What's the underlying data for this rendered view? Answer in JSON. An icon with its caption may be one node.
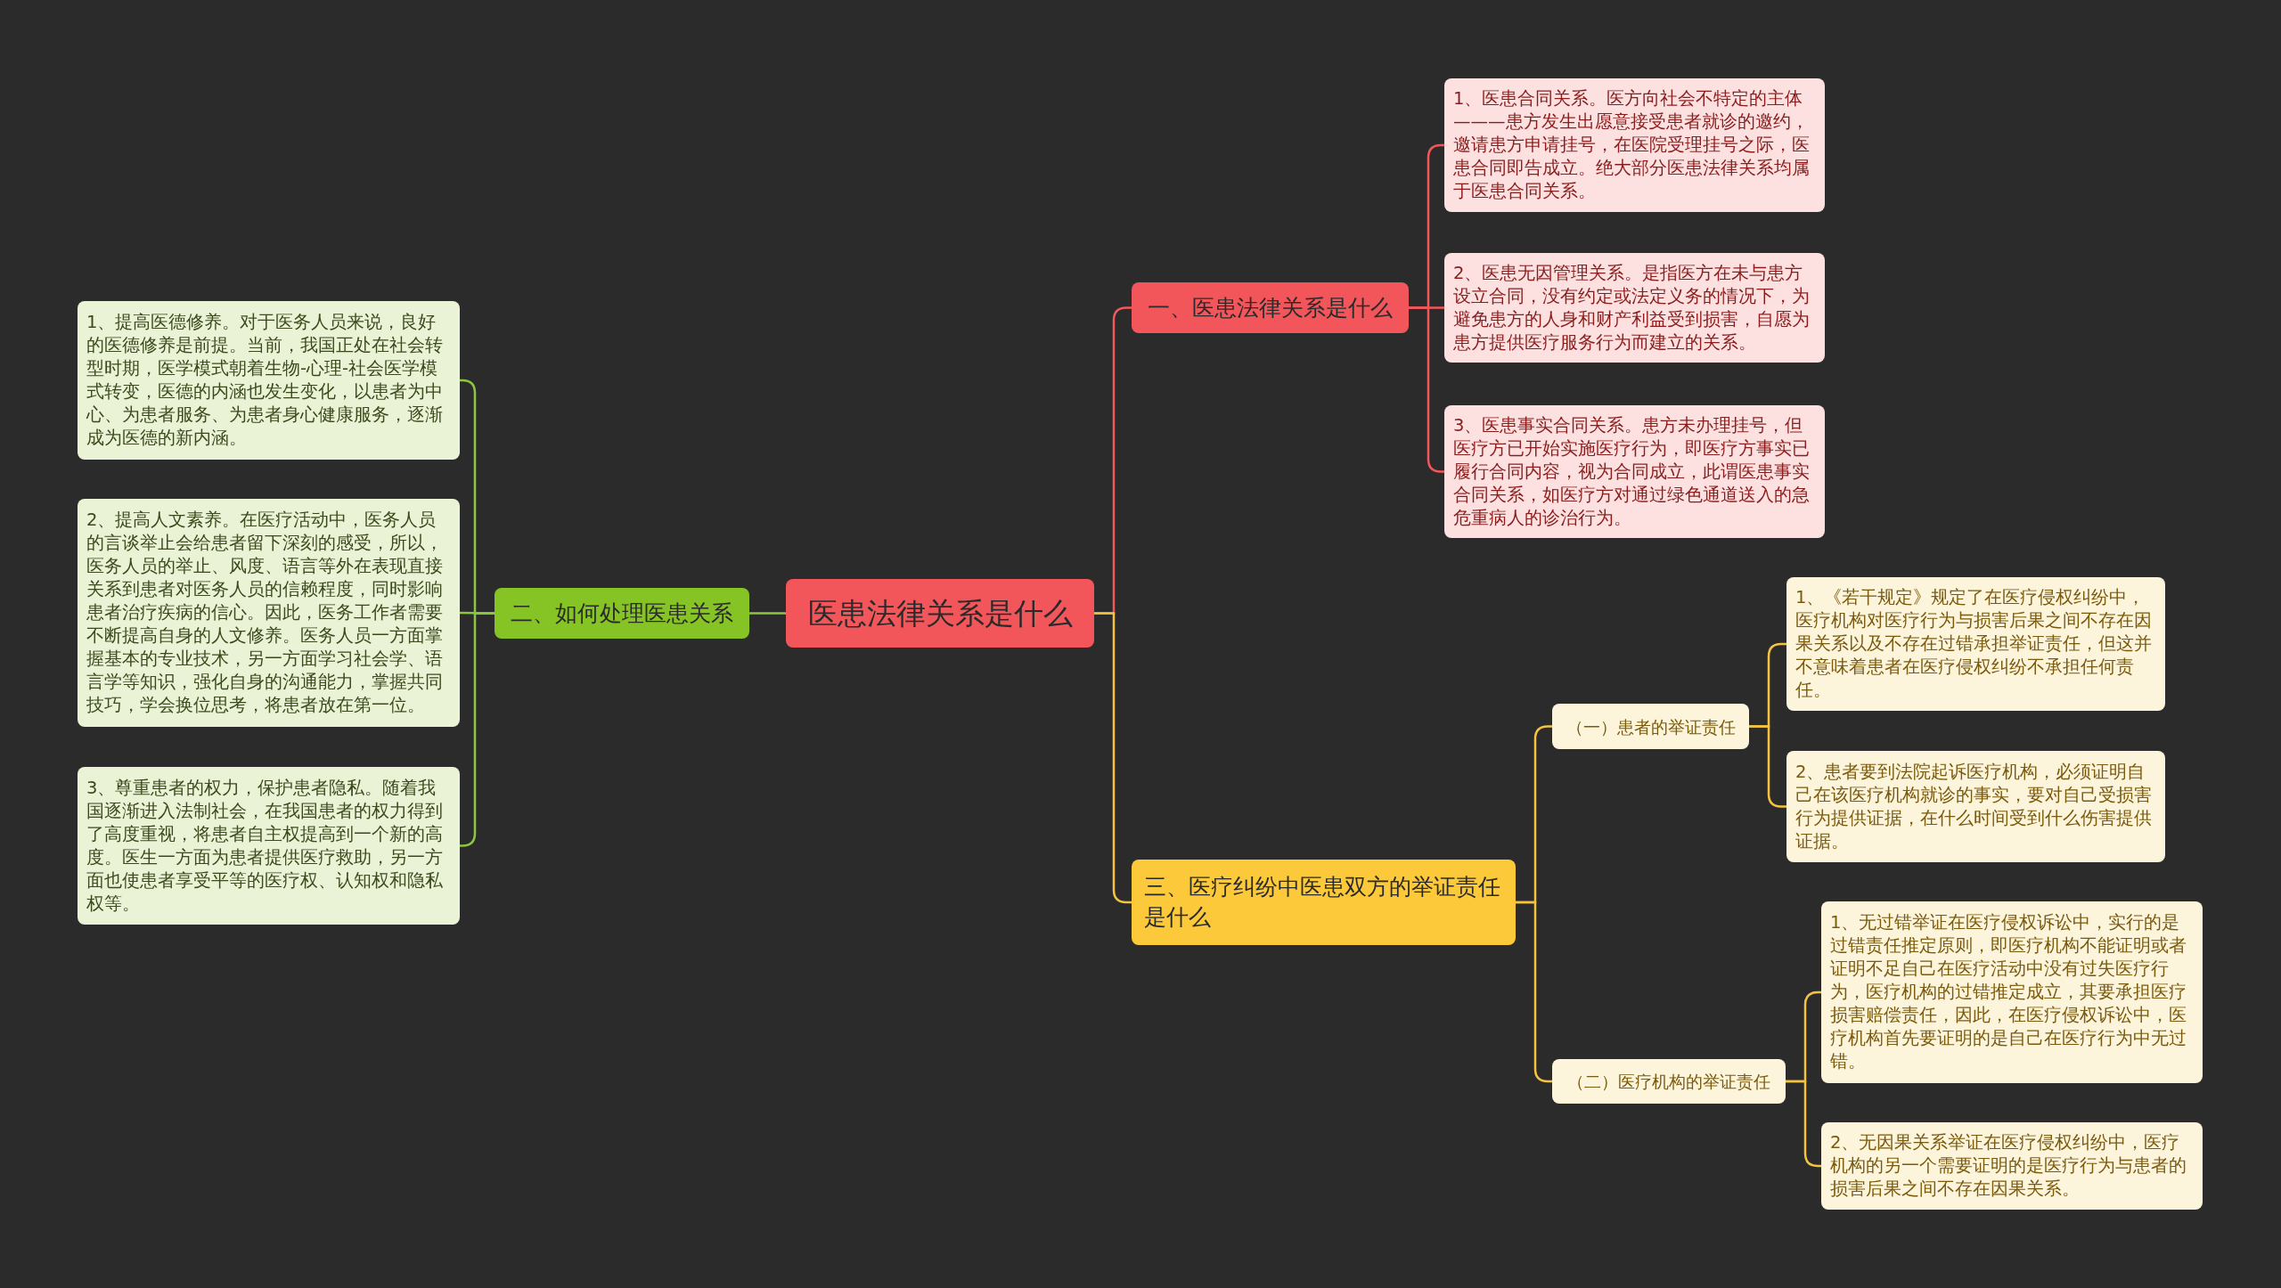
{
  "diagram": {
    "nodes": [
      {
        "text": [
          "医患法律关系是什么"
        ]
      },
      {
        "text": [
          "一、医患法律关系是什么"
        ]
      },
      {
        "text": [
          "1、医患合同关系。医方向社会不特定的主体———患方发生出愿意接受患者就诊的邀约，邀请患方申请挂号，在医院受理挂号之际，医患合同即告成立。绝大部分医患法律关系均属于医患合同关系。"
        ]
      },
      {
        "text": [
          "2、医患无因管理关系。是指医方在未与患方设立合同，没有约定或法定义务的情况下，为避免患方的人身和财产利益受到损害，自愿为患方提供医疗服务行为而建立的关系。"
        ]
      },
      {
        "text": [
          "3、医患事实合同关系。患方未办理挂号，但医疗方已开始实施医疗行为，即医疗方事实已履行合同内容，视为合同成立，此谓医患事实合同关系，如医疗方对通过绿色通道送入的急危重病人的诊治行为。"
        ]
      },
      {
        "text": [
          "二、如何处理医患关系"
        ]
      },
      {
        "text": [
          "1、提高医德修养。对于医务人员来说，良好的医德修养是前提。当前，我国正处在社会转型时期，医学模式朝着生物-心理-社会医学模式转变，医德的内涵也发生变化，以患者为中心、为患者服务、为患者身心健康服务，逐渐成为医德的新内涵。"
        ]
      },
      {
        "text": [
          "2、提高人文素养。在医疗活动中，医务人员的言谈举止会给患者留下深刻的感受，所以，医务人员的举止、风度、语言等外在表现直接关系到患者对医务人员的信赖程度，同时影响患者治疗疾病的信心。因此，医务工作者需要不断提高自身的人文修养。医务人员一方面掌握基本的专业技术，另一方面学习社会学、语言学等知识，强化自身的沟通能力，掌握共同技巧，学会换位思考，将患者放在第一位。"
        ]
      },
      {
        "text": [
          "3、尊重患者的权力，保护患者隐私。随着我国逐渐进入法制社会，在我国患者的权力得到了高度重视，将患者自主权提高到一个新的高度。医生一方面为患者提供医疗救助，另一方面也使患者享受平等的医疗权、认知权和隐私权等。"
        ]
      },
      {
        "text": [
          "三、医疗纠纷中医患双方的举证责任是什么"
        ]
      },
      {
        "text": [
          "（一）患者的举证责任"
        ]
      },
      {
        "text": [
          "1、《若干规定》规定了在医疗侵权纠纷中，医疗机构对医疗行为与损害后果之间不存在因果关系以及不存在过错承担举证责任，但这并不意味着患者在医疗侵权纠纷不承担任何责任。"
        ]
      },
      {
        "text": [
          "2、患者要到法院起诉医疗机构，必须证明自己在该医疗机构就诊的事实，要对自己受损害行为提供证据，在什么时间受到什么伤害提供证据。"
        ]
      },
      {
        "text": [
          "（二）医疗机构的举证责任"
        ]
      },
      {
        "text": [
          "1、无过错举证在医疗侵权诉讼中，实行的是过错责任推定原则，即医疗机构不能证明或者证明不足自己在医疗活动中没有过失医疗行为，医疗机构的过错推定成立，其要承担医疗损害赔偿责任，因此，在医疗侵权诉讼中，医疗机构首先要证明的是自己在医疗行为中无过错。"
        ]
      },
      {
        "text": [
          "2、无因果关系举证在医疗侵权纠纷中，医疗机构的另一个需要证明的是医疗行为与患者的损害后果之间不存在因果关系。"
        ]
      }
    ],
    "edges": [
      {
        "from": 0,
        "to": 1,
        "arrow": "none",
        "color": "#f0585c"
      },
      {
        "from": 1,
        "to": 2,
        "arrow": "none",
        "color": "#f0585c"
      },
      {
        "from": 1,
        "to": 3,
        "arrow": "none",
        "color": "#f0585c"
      },
      {
        "from": 1,
        "to": 4,
        "arrow": "none",
        "color": "#f0585c"
      },
      {
        "from": 0,
        "to": 5,
        "arrow": "none",
        "color": "#8cc63f"
      },
      {
        "from": 5,
        "to": 6,
        "arrow": "none",
        "color": "#8cc63f"
      },
      {
        "from": 5,
        "to": 7,
        "arrow": "none",
        "color": "#8cc63f"
      },
      {
        "from": 5,
        "to": 8,
        "arrow": "none",
        "color": "#8cc63f"
      },
      {
        "from": 0,
        "to": 9,
        "arrow": "none"
      },
      {
        "from": 9,
        "to": 10,
        "arrow": "none"
      },
      {
        "from": 10,
        "to": 11,
        "arrow": "none"
      },
      {
        "from": 10,
        "to": 12,
        "arrow": "none"
      },
      {
        "from": 9,
        "to": 13,
        "arrow": "none"
      },
      {
        "from": 13,
        "to": 14,
        "arrow": "none"
      },
      {
        "from": 13,
        "to": 15,
        "arrow": "none"
      }
    ]
  }
}
